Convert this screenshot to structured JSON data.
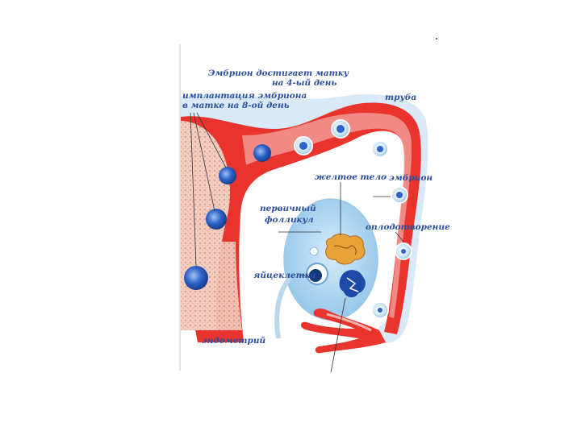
{
  "labels": {
    "reaches_uterus_line1": "Эмбрион достигает матку",
    "reaches_uterus_line2": "на 4-ый день",
    "implantation_line1": "имплантация эмбриона",
    "implantation_line2": "в матке на 8-ой день",
    "tube": "труба",
    "corpus_luteum": "желтое тело",
    "embryo": "эмбрион",
    "primary_follicle_line1": "первичный",
    "primary_follicle_line2": "фолликул",
    "fertilization": "оплодотворение",
    "egg_cell": "яйцеклетка",
    "endometrium": "эндометрий"
  },
  "colors": {
    "tube_red": "#e8342c",
    "tube_pink": "#f7b8b4",
    "tube_light": "#cfe3f6",
    "ovary_blue": "#a9d4ef",
    "cell_blue": "#2f63c9",
    "label_blue": "#2b4f9c",
    "endometrium": "#f1c6b8",
    "corpus_luteum": "#e8a23a"
  }
}
